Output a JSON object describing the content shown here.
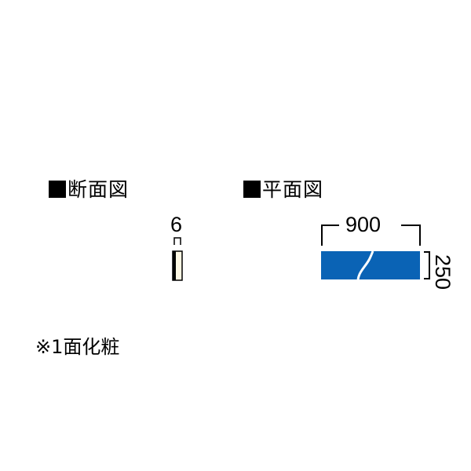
{
  "section_view": {
    "title_marker": "■",
    "title": "断面図",
    "thickness_label": "6"
  },
  "plan_view": {
    "title_marker": "■",
    "title": "平面図",
    "width_label": "900",
    "height_label": "250",
    "fill_color": "#0a63b5"
  },
  "note": {
    "text": "※1面化粧"
  },
  "colors": {
    "panel_blue": "#0a63b5",
    "section_fill": "#fdf8e4",
    "line": "#000000"
  }
}
